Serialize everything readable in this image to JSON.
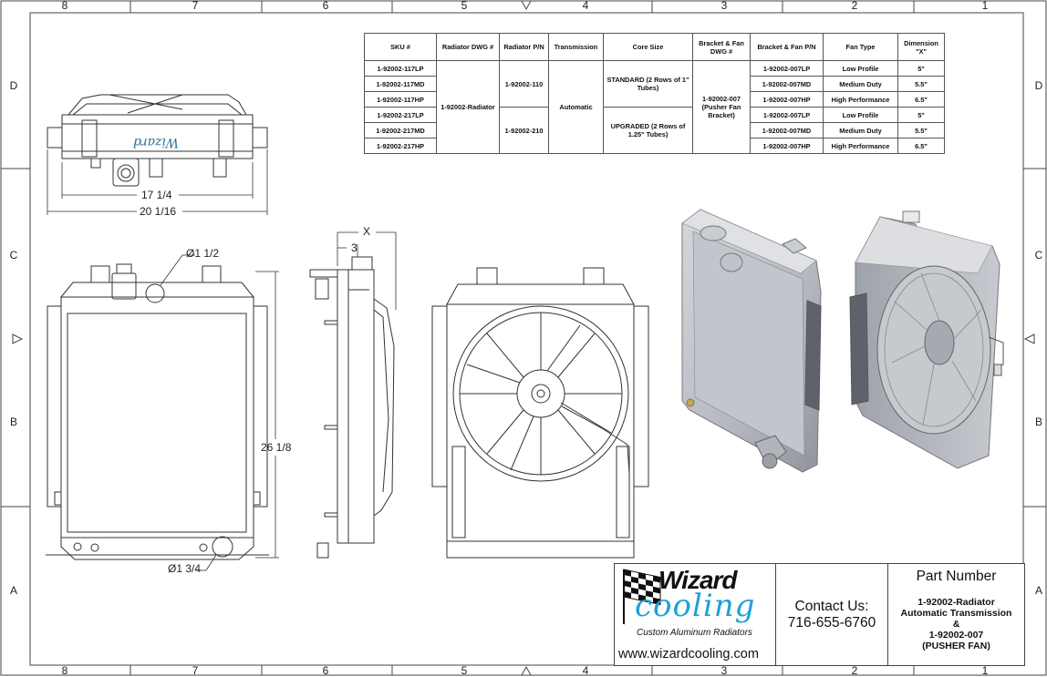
{
  "zones": {
    "top": [
      "8",
      "7",
      "6",
      "5",
      "4",
      "3",
      "2",
      "1"
    ],
    "bottom": [
      "8",
      "7",
      "6",
      "5",
      "4",
      "3",
      "2",
      "1"
    ],
    "side": [
      "D",
      "C",
      "B",
      "A"
    ]
  },
  "table": {
    "headers": [
      "SKU #",
      "Radiator DWG #",
      "Radiator P/N",
      "Transmission",
      "Core Size",
      "Bracket & Fan DWG #",
      "Bracket & Fan P/N",
      "Fan Type",
      "Dimension \"X\""
    ],
    "sku": [
      "1-92002-117LP",
      "1-92002-117MD",
      "1-92002-117HP",
      "1-92002-217LP",
      "1-92002-217MD",
      "1-92002-217HP"
    ],
    "radiator_dwg": "1-92002-Radiator",
    "radiator_pn": [
      "1-92002-110",
      "1-92002-210"
    ],
    "transmission": "Automatic",
    "core_size": [
      "STANDARD (2 Rows of 1\" Tubes)",
      "UPGRADED (2 Rows of 1.25\" Tubes)"
    ],
    "bracket_dwg": "1-92002-007 (Pusher Fan Bracket)",
    "bracket_pn": [
      "1-92002-007LP",
      "1-92002-007MD",
      "1-92002-007HP",
      "1-92002-007LP",
      "1-92002-007MD",
      "1-92002-007HP"
    ],
    "fan_type": [
      "Low Profile",
      "Medium Duty",
      "High Performance",
      "Low Profile",
      "Medium Duty",
      "High Performance"
    ],
    "dimension_x": [
      "5\"",
      "5.5\"",
      "6.5\"",
      "5\"",
      "5.5\"",
      "6.5\""
    ]
  },
  "dimensions": {
    "width_inner": "17 1/4",
    "width_outer": "20 1/16",
    "height": "26 1/8",
    "inlet_dia": "Ø1 1/2",
    "outlet_dia": "Ø1 3/4",
    "x_label": "X",
    "depth": "3"
  },
  "title_block": {
    "logo_word1": "Wizard",
    "logo_word2": "cooling",
    "tagline": "Custom Aluminum Radiators",
    "url": "www.wizardcooling.com",
    "contact_label": "Contact Us:",
    "phone": "716-655-6760",
    "part_title": "Part Number",
    "part_lines": [
      "1-92002-Radiator",
      "Automatic Transmission",
      "&",
      "1-92002-007",
      "(PUSHER FAN)"
    ]
  },
  "colors": {
    "accent": "#1da0d8",
    "line": "#333333",
    "render": "#b9bcc3"
  }
}
